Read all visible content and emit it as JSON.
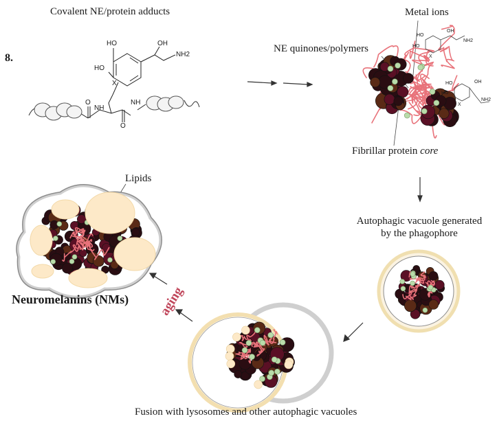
{
  "figure": {
    "number": "8.",
    "title_top": "Covalent NE/protein adducts",
    "metal_ions": "Metal ions",
    "ne_quinones": "NE quinones/polymers",
    "fibrillar_core_prefix": "Fibrillar protein ",
    "fibrillar_core_italic": "core",
    "lipids": "Lipids",
    "autophagic_line1": "Autophagic vacuole generated",
    "autophagic_line2": "by the phagophore",
    "neuromelanins": "Neuromelanins (NMs)",
    "aging": "aging",
    "fusion": "Fusion with lysosomes and other autophagic vacuoles"
  },
  "chemistry": {
    "atoms": [
      "HO",
      "HO",
      "OH",
      "NH2",
      "X",
      "O",
      "NH",
      "O",
      "NH"
    ],
    "small_atoms": [
      "HO",
      "HO",
      "OH",
      "NH2",
      "X",
      "HO",
      "HO",
      "OH",
      "NH2",
      "X"
    ]
  },
  "colors": {
    "melanin_dark": "#2a0d12",
    "melanin_brown": "#5a2a16",
    "melanin_red": "#5a1025",
    "fibril": "#e8727a",
    "green_bead": "#b9dcaa",
    "lipid": "#fde9c8",
    "vacuole_ring": "#f3dfb0",
    "vacuole_grey": "#cfcfcf",
    "aging": "#c0455a"
  }
}
